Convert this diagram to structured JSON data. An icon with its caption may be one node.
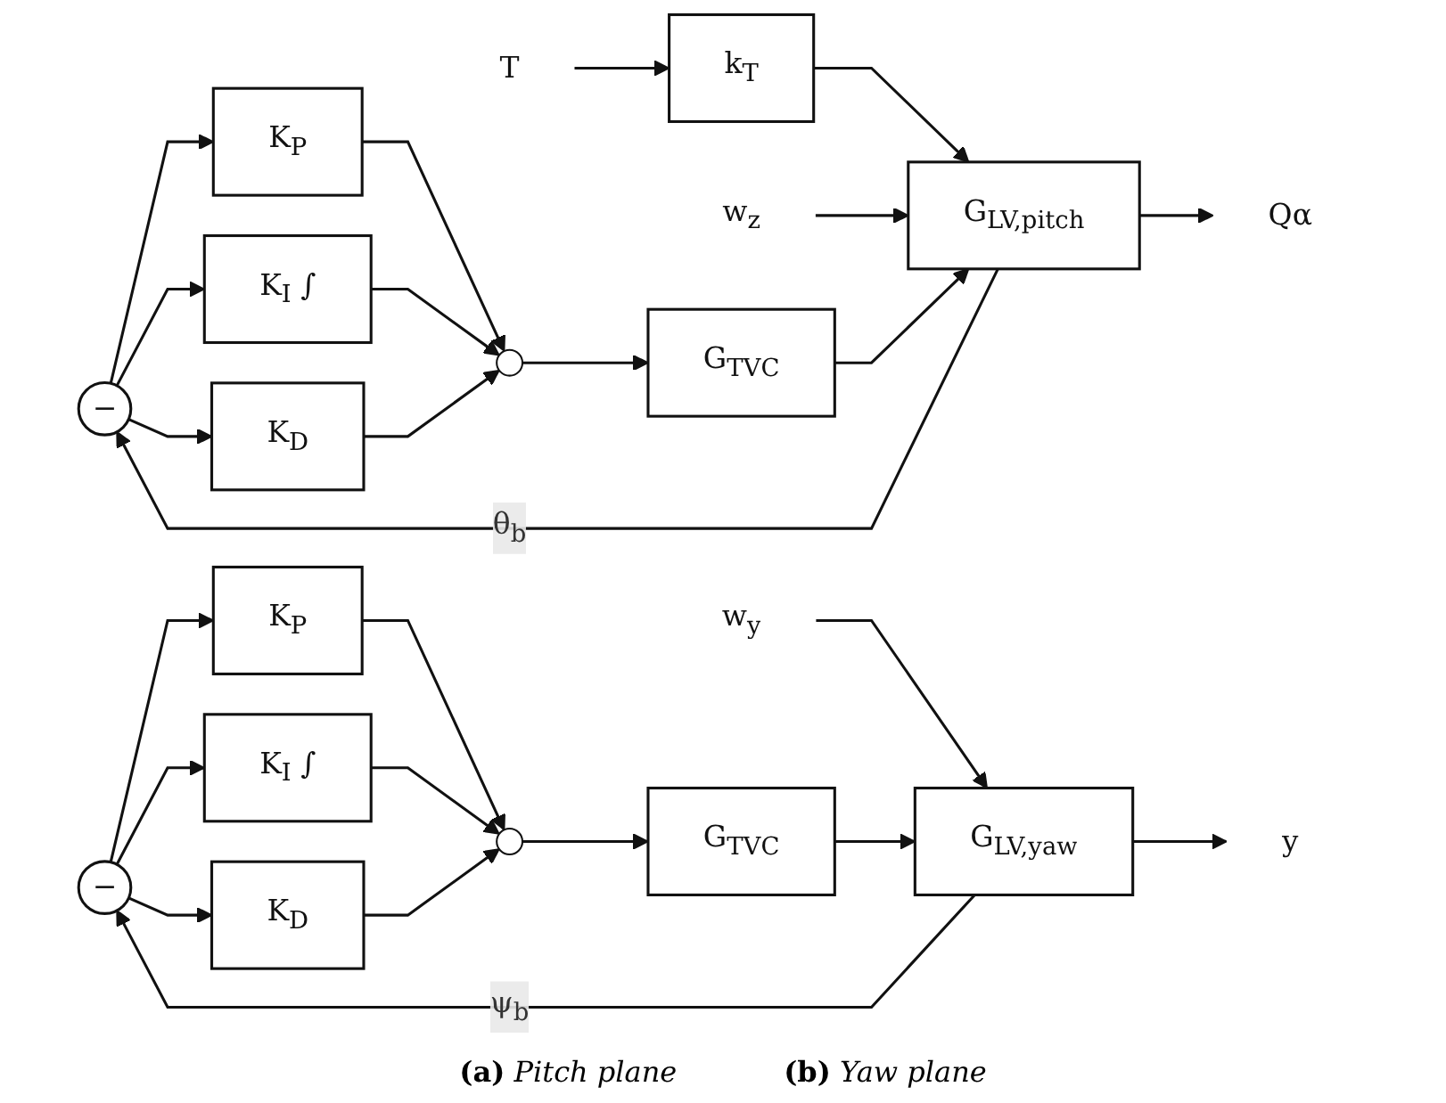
{
  "diagram": {
    "nodes": [
      {
        "text": [
          "−"
        ]
      },
      {
        "text": [
          "K$_{P}$"
        ]
      },
      {
        "text": [
          "K$_{I}$ ∫"
        ]
      },
      {
        "text": [
          "K$_{D}$"
        ]
      },
      {
        "text": [],
        "shape": "circle"
      },
      {
        "text": [
          "T"
        ]
      },
      {
        "text": [
          "k$_{T}$"
        ]
      },
      {
        "text": [
          "w$_{z}$"
        ]
      },
      {
        "text": [
          "G$_{TVC}$"
        ]
      },
      {
        "text": [
          "G$_{LV,pitch}$"
        ]
      },
      {
        "text": [
          "Qα"
        ]
      },
      {
        "text": [
          "−"
        ]
      },
      {
        "text": [
          "K$_{P}$"
        ]
      },
      {
        "text": [
          "K$_{I}$ ∫"
        ]
      },
      {
        "text": [
          "K$_{D}$"
        ]
      },
      {
        "text": [],
        "shape": "circle"
      },
      {
        "text": [
          "w$_{y}$"
        ]
      },
      {
        "text": [
          "G$_{TVC}$"
        ]
      },
      {
        "text": [
          "G$_{LV,yaw}$"
        ]
      },
      {
        "text": [
          "y"
        ]
      }
    ],
    "edges": [
      {
        "from": 0,
        "to": 1,
        "arrow": "to"
      },
      {
        "from": 0,
        "to": 2,
        "arrow": "to"
      },
      {
        "from": 0,
        "to": 3,
        "arrow": "to"
      },
      {
        "from": 1,
        "to": 4,
        "arrow": "to"
      },
      {
        "from": 2,
        "to": 4,
        "arrow": "to"
      },
      {
        "from": 3,
        "to": 4,
        "arrow": "to"
      },
      {
        "from": 4,
        "to": 8,
        "arrow": "to"
      },
      {
        "from": 5,
        "to": 6,
        "arrow": "to"
      },
      {
        "from": 6,
        "to": 9,
        "arrow": "to"
      },
      {
        "from": 7,
        "to": 9,
        "arrow": "to"
      },
      {
        "from": 8,
        "to": 9,
        "arrow": "to"
      },
      {
        "from": 9,
        "to": 10,
        "arrow": "to"
      },
      {
        "from": 9,
        "to": 0,
        "arrow": "to",
        "label": "θ$_{b}$"
      },
      {
        "from": 11,
        "to": 12,
        "arrow": "to"
      },
      {
        "from": 11,
        "to": 13,
        "arrow": "to"
      },
      {
        "from": 11,
        "to": 14,
        "arrow": "to"
      },
      {
        "from": 12,
        "to": 15,
        "arrow": "to"
      },
      {
        "from": 13,
        "to": 15,
        "arrow": "to"
      },
      {
        "from": 14,
        "to": 15,
        "arrow": "to"
      },
      {
        "from": 15,
        "to": 17,
        "arrow": "to"
      },
      {
        "from": 16,
        "to": 18,
        "arrow": "to"
      },
      {
        "from": 17,
        "to": 18,
        "arrow": "to"
      },
      {
        "from": 18,
        "to": 19,
        "arrow": "to"
      },
      {
        "from": 18,
        "to": 11,
        "arrow": "to",
        "label": "ψ$_{b}$"
      }
    ],
    "labels": [
      "**(a)** *Pitch plane*",
      "**(b)** *Yaw plane*"
    ]
  }
}
